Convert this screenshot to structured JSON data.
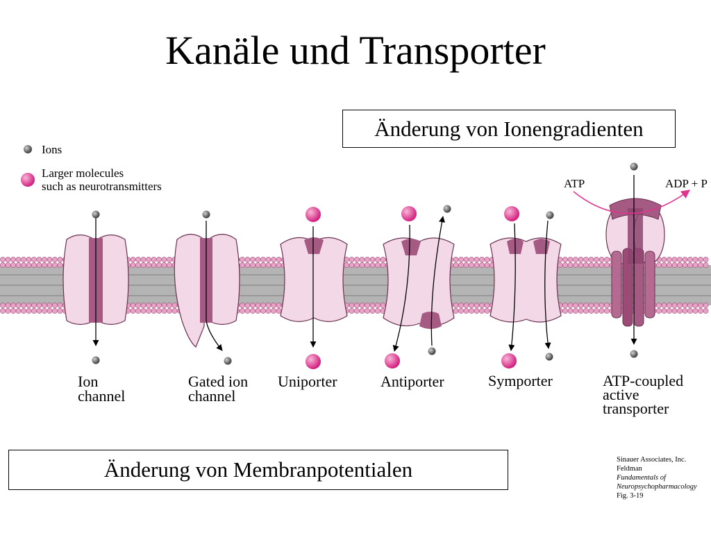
{
  "title": "Kanäle und Transporter",
  "top_box": "Änderung von Ionengradienten",
  "bottom_box": "Änderung von Membranpotentialen",
  "legend": {
    "ions": "Ions",
    "larger_line1": "Larger molecules",
    "larger_line2": "such as neurotransmitters"
  },
  "atp_labels": {
    "atp": "ATP",
    "adp": "ADP + P"
  },
  "labels": {
    "ion_channel": [
      "Ion",
      "channel"
    ],
    "gated": [
      "Gated ion",
      "channel"
    ],
    "uniporter": [
      "Uniporter"
    ],
    "antiporter": [
      "Antiporter"
    ],
    "symporter": [
      "Symporter"
    ],
    "atp_coupled": [
      "ATP-coupled",
      "active",
      "transporter"
    ]
  },
  "credit": {
    "line1": "Sinauer Associates, Inc.",
    "line2": "Feldman",
    "line3": "Fundamentals of",
    "line4": "Neuropsychopharmacology",
    "line5": "Fig. 3-19"
  },
  "colors": {
    "protein_light": "#f3d9e7",
    "protein_dark": "#a45a82",
    "lipid_head": "#e8a3c6",
    "lipid_tail": "#a8a8a8",
    "large_molecule": "#e0348f",
    "ion": "#5a5a5a",
    "atp_arrow": "#e0348f"
  }
}
